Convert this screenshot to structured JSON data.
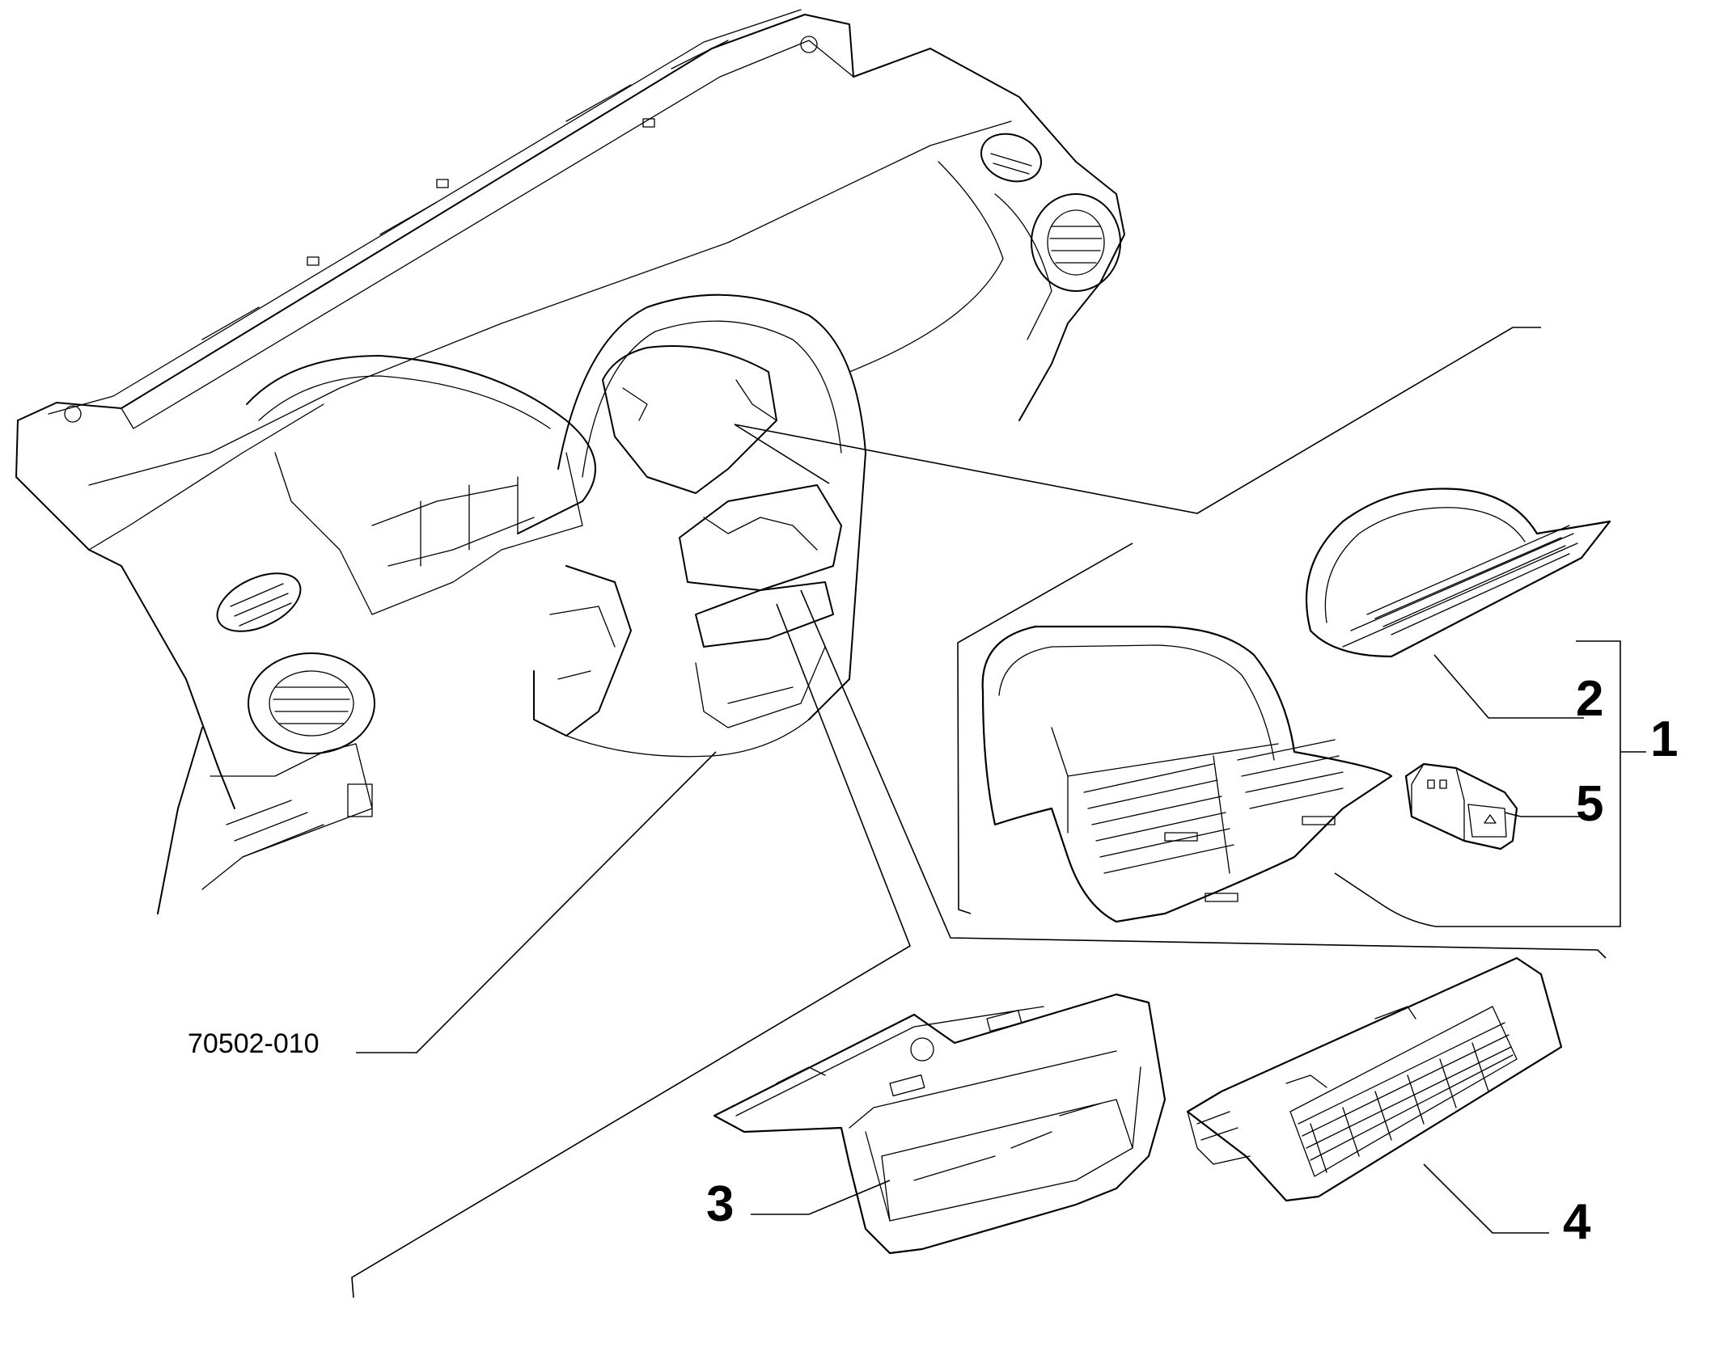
{
  "labels": {
    "part_1": "1",
    "part_2": "2",
    "part_3": "3",
    "part_4": "4",
    "part_5": "5",
    "reference_code": "70502-010"
  },
  "colors": {
    "line": "#000000",
    "background": "#ffffff"
  }
}
